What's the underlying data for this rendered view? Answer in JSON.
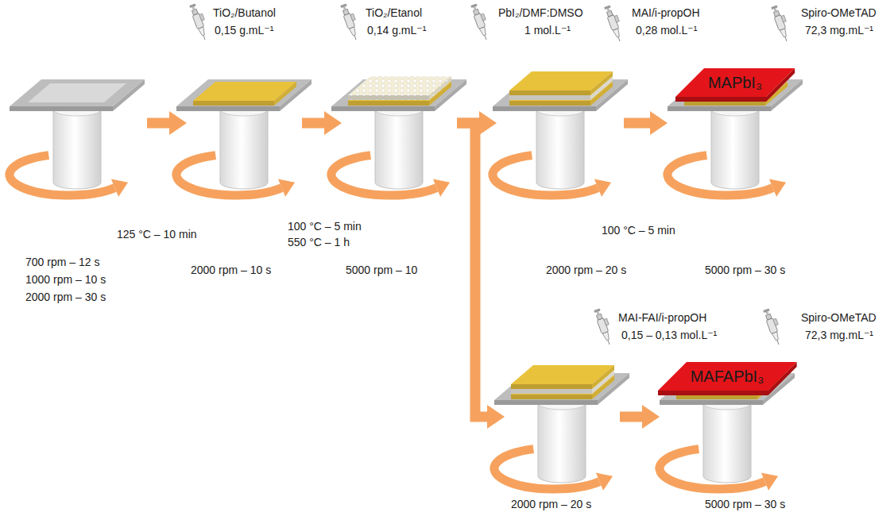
{
  "diagram": {
    "nodes": [
      {
        "text": [
          "700 rpm – 12 s",
          "1000 rpm – 10 s",
          "2000 rpm – 30 s"
        ]
      },
      {
        "text": [
          "TiO₂/Butanol",
          "0,15 g.mL⁻¹",
          "2000 rpm – 10 s"
        ]
      },
      {
        "text": [
          "TiO₂/Etanol",
          "0,14 g.mL⁻¹",
          "5000 rpm – 10"
        ]
      },
      {
        "text": [
          "PbI₂/DMF:DMSO",
          "1 mol.L⁻¹",
          "MAI/i-propOH",
          "0,28 mol.L⁻¹",
          "2000 rpm – 20 s"
        ]
      },
      {
        "text": [
          "Spiro-OMeTAD",
          "72,3 mg.mL⁻¹",
          "5000 rpm – 30 s"
        ]
      },
      {
        "text": [
          "MAPbI₃"
        ],
        "in": 4
      },
      {
        "text": [
          "MAI-FAI/i-propOH",
          "0,15 – 0,13 mol.L⁻¹",
          "2000 rpm – 20 s"
        ]
      },
      {
        "text": [
          "Spiro-OMeTAD",
          "72,3 mg.mL⁻¹",
          "5000 rpm – 30 s"
        ]
      },
      {
        "text": [
          "MAFAPbI₃"
        ],
        "in": 7
      }
    ],
    "edges": [
      {
        "from": 0,
        "to": 1,
        "arrow": "to"
      },
      {
        "from": 1,
        "to": 2,
        "arrow": "to"
      },
      {
        "from": 2,
        "to": 3,
        "arrow": "to"
      },
      {
        "from": 3,
        "to": 4,
        "arrow": "to"
      },
      {
        "from": 2,
        "to": 6,
        "arrow": "to"
      },
      {
        "from": 6,
        "to": 7,
        "arrow": "to"
      }
    ],
    "labels": [
      "125 °C – 10 min",
      "100 °C – 5 min",
      "550 °C – 1 h",
      "100 °C – 5 min"
    ]
  }
}
